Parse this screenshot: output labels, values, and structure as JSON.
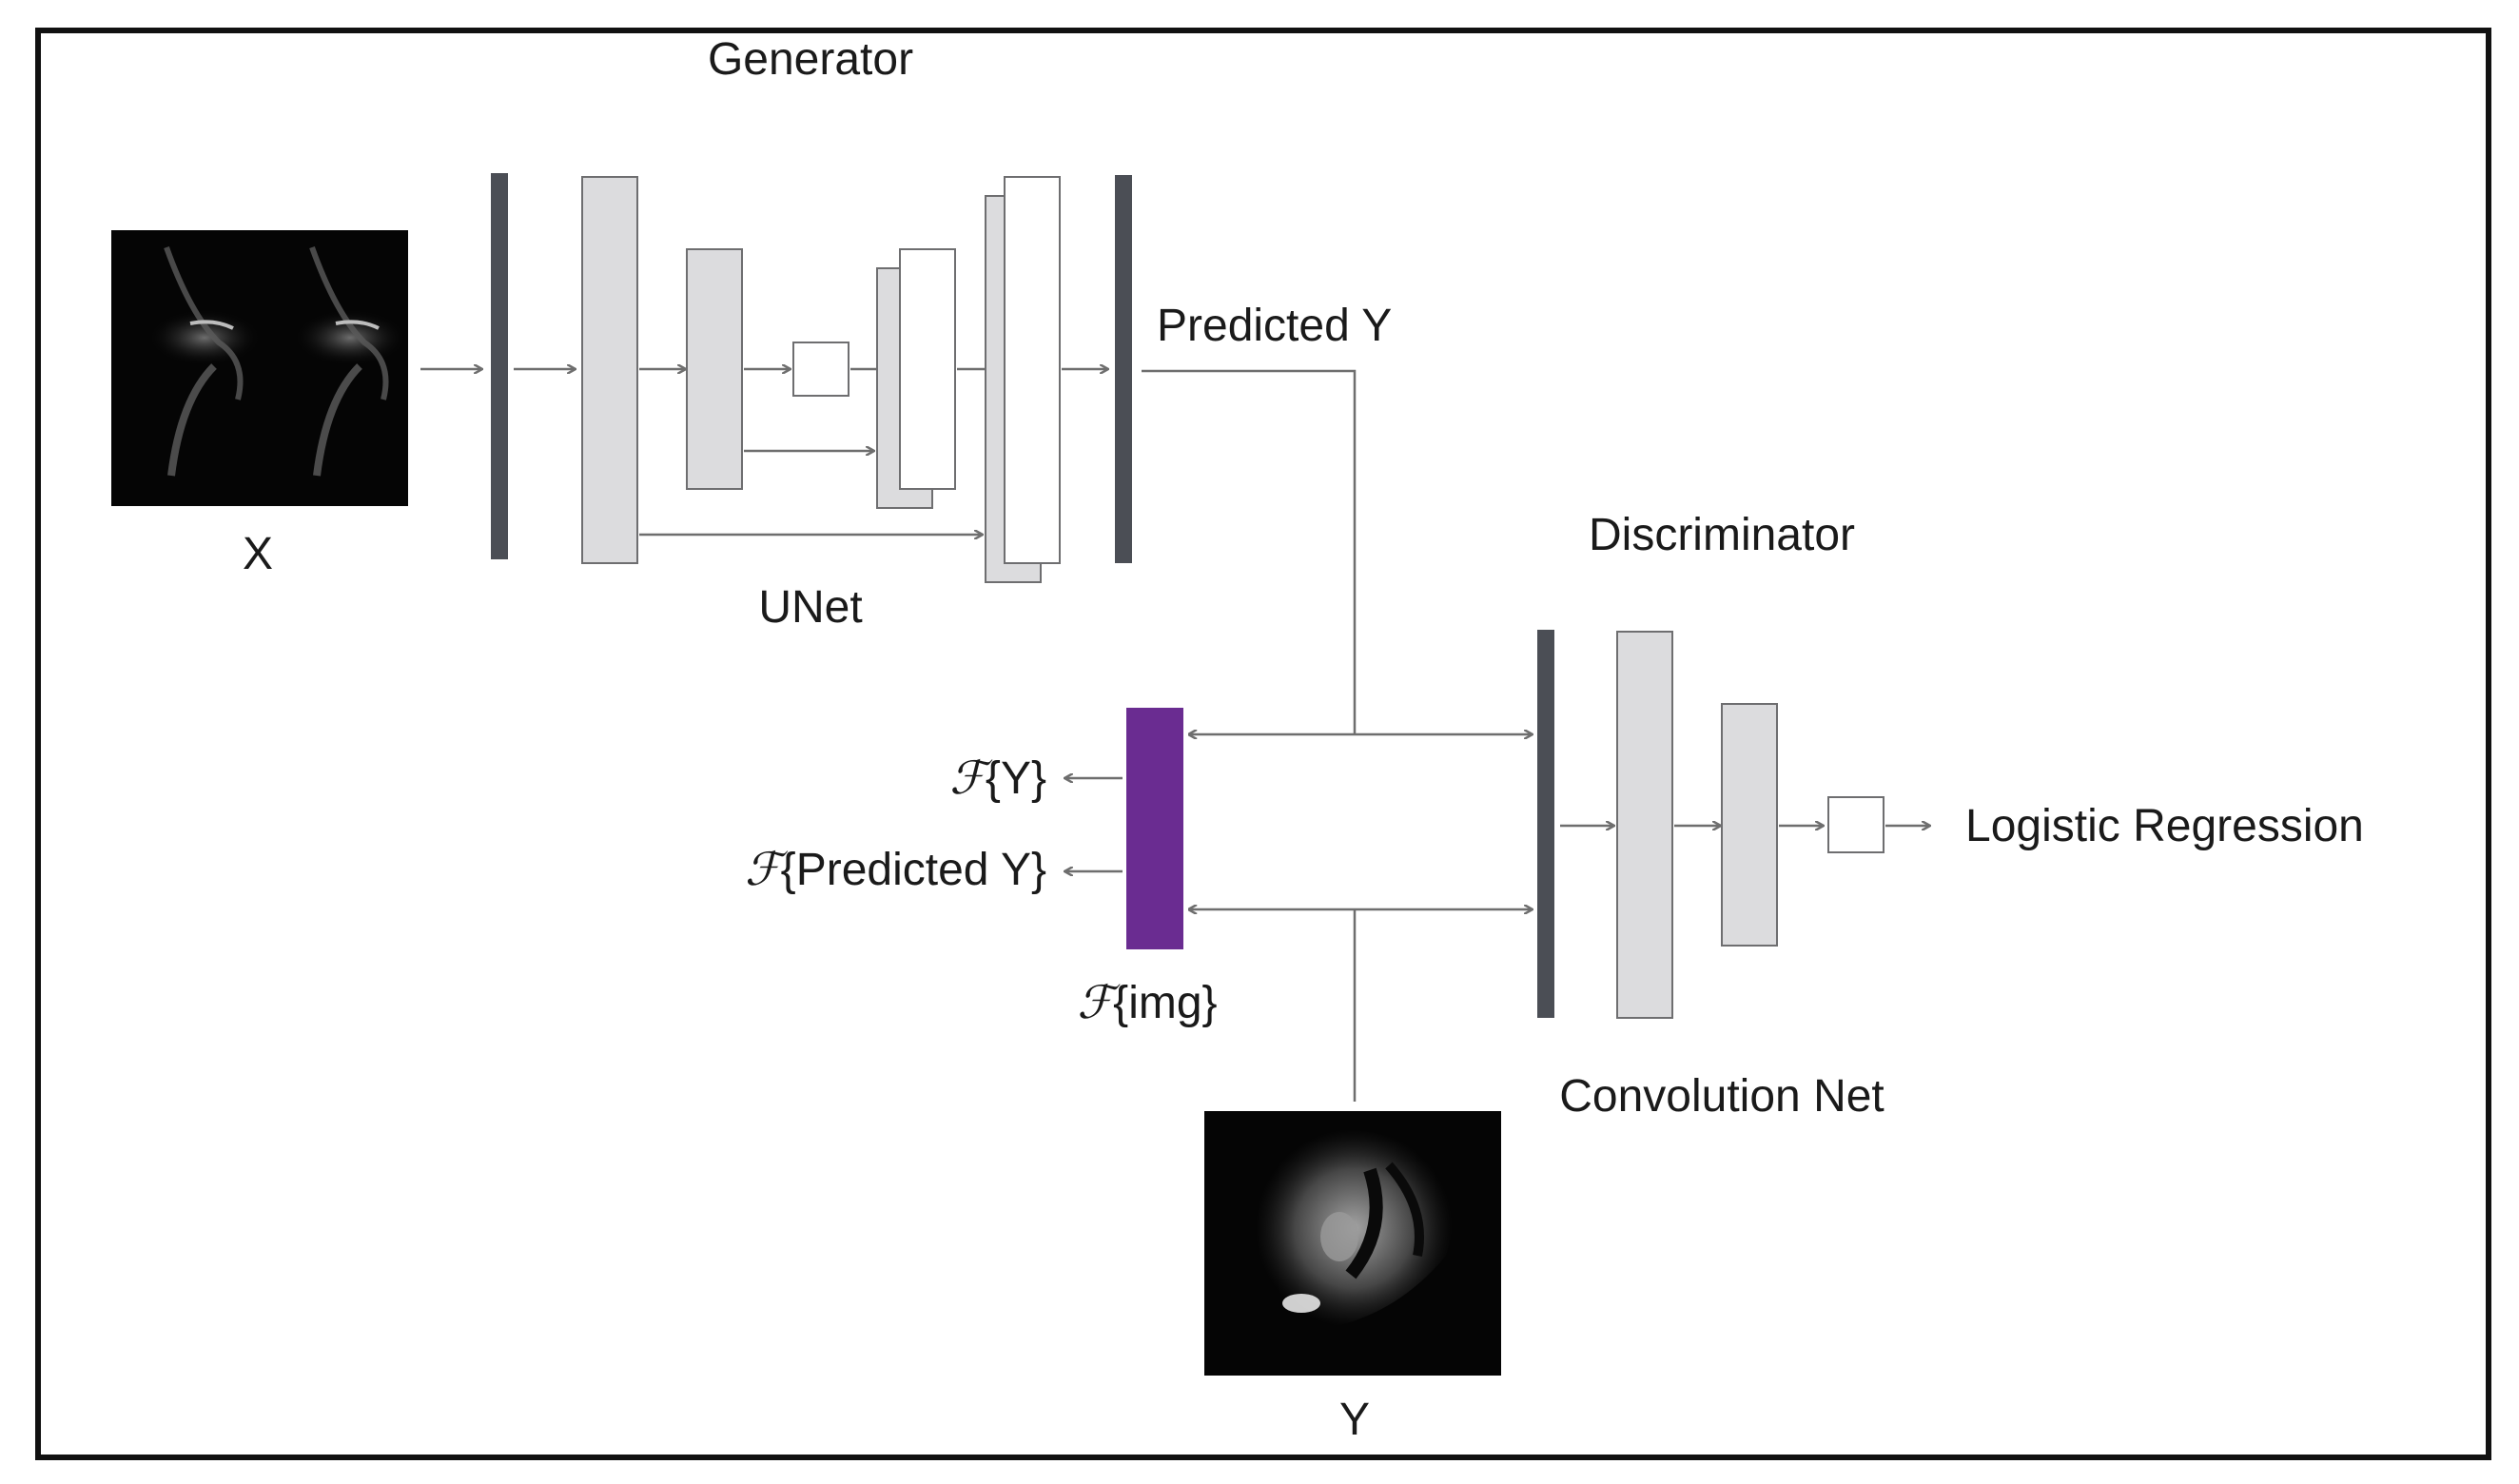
{
  "labels": {
    "generator": "Generator",
    "x": "X",
    "unet": "UNet",
    "predicted_y": "Predicted Y",
    "discriminator": "Discriminator",
    "convolution_net": "Convolution Net",
    "logistic_regression": "Logistic Regression",
    "y": "Y"
  },
  "fourier": {
    "symbol": "ℱ",
    "y_arg": "{Y}",
    "pred_arg": "{Predicted Y}",
    "img_arg": "{img}"
  },
  "colors": {
    "frame": "#111111",
    "dark_layer": "#4b4e55",
    "gray_layer": "#dcdcde",
    "fourier_block": "#6a2c91",
    "line": "#6e6e6e"
  },
  "images": {
    "x": "mri-input-slice",
    "y": "mri-target-slice"
  }
}
